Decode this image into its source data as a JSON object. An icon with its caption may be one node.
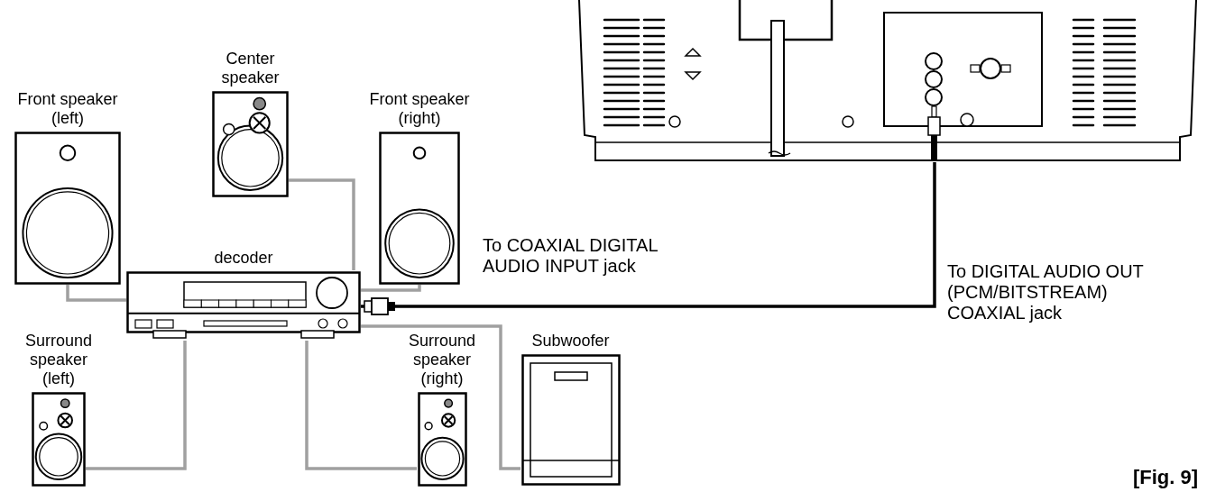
{
  "diagram": {
    "caption": "[Fig. 9]",
    "nodes": [
      {
        "text": [
          "Front speaker (left)"
        ]
      },
      {
        "text": [
          "Center speaker"
        ]
      },
      {
        "text": [
          "Front speaker (right)"
        ]
      },
      {
        "text": [],
        "shape": "picture"
      },
      {
        "text": [
          "decoder"
        ]
      },
      {
        "text": [
          "Surround speaker (left)"
        ]
      },
      {
        "text": [
          "Surround speaker (right)"
        ]
      },
      {
        "text": [
          "Subwoofer"
        ]
      }
    ],
    "edges": [
      {
        "from": 0,
        "to": 4,
        "arrow": "none"
      },
      {
        "from": 1,
        "to": 4,
        "arrow": "none"
      },
      {
        "from": 2,
        "to": 4,
        "arrow": "none"
      },
      {
        "from": 5,
        "to": 4,
        "arrow": "none"
      },
      {
        "from": 6,
        "to": 4,
        "arrow": "none"
      },
      {
        "from": 7,
        "to": 4,
        "arrow": "none"
      },
      {
        "from": 4,
        "to": 3,
        "arrow": "other",
        "color": "#000000"
      }
    ],
    "labels": [
      "To COAXIAL DIGITAL AUDIO INPUT jack",
      "To DIGITAL AUDIO OUT (PCM/BITSTREAM) COAXIAL jack"
    ]
  }
}
